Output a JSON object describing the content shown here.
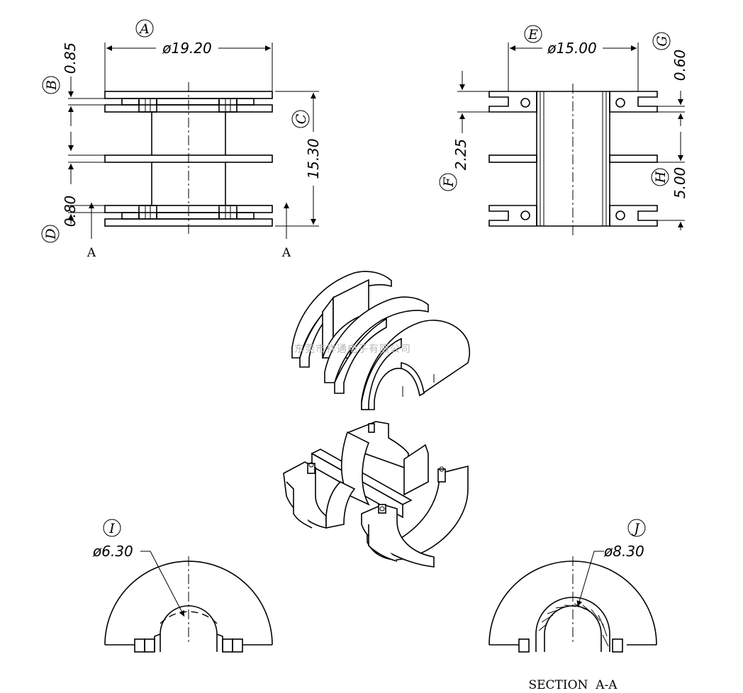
{
  "refs": {
    "a": "A",
    "b": "B",
    "c": "C",
    "d": "D",
    "e": "E",
    "f": "F",
    "g": "G",
    "h": "H",
    "i": "I",
    "j": "J"
  },
  "dims": {
    "a": "ø19.20",
    "b": "0.85",
    "c": "15.30",
    "d": "0.80",
    "e": "ø15.00",
    "f": "2.25",
    "g": "0.60",
    "h": "5.00",
    "i": "ø6.30",
    "j": "ø8.30"
  },
  "section_markers": [
    "A",
    "A"
  ],
  "section_label": "SECTION  A-A",
  "watermark": "东莞市祥通电子有限公司"
}
